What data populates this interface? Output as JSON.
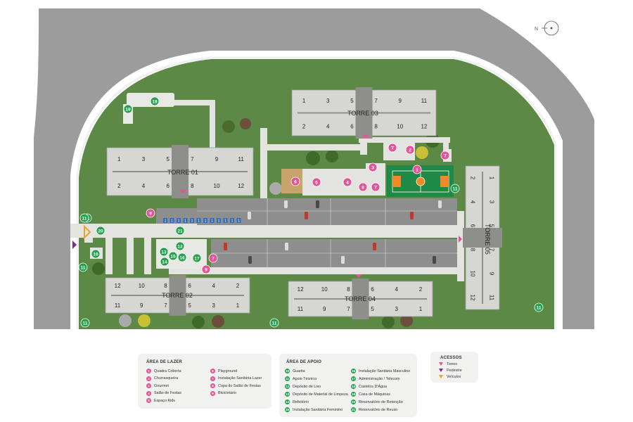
{
  "colors": {
    "grass": "#5c8a46",
    "road": "#9c9c9c",
    "sidewalk": "#e3e3df",
    "parking": "#8e8e8e",
    "building": "#d6d6d2",
    "pink_marker": "#e3559b",
    "green_marker": "#23a24d",
    "court": "#1f8a47",
    "arrow_towers": "#e3559b",
    "arrow_pedestrian": "#7b2c8f",
    "arrow_vehicles": "#f2a02a"
  },
  "compass": {
    "label": "N"
  },
  "towers": [
    {
      "id": "torre-01",
      "name": "TORRE 01",
      "units_top": [
        "1",
        "3",
        "5",
        "7",
        "9",
        "11"
      ],
      "units_bottom": [
        "2",
        "4",
        "6",
        "8",
        "10",
        "12"
      ]
    },
    {
      "id": "torre-02",
      "name": "TORRE 02",
      "units_top": [
        "12",
        "10",
        "8",
        "6",
        "4",
        "2"
      ],
      "units_bottom": [
        "11",
        "9",
        "7",
        "5",
        "3",
        "1"
      ]
    },
    {
      "id": "torre-03",
      "name": "TORRE 03",
      "units_top": [
        "1",
        "3",
        "5",
        "7",
        "9",
        "11"
      ],
      "units_bottom": [
        "2",
        "4",
        "6",
        "8",
        "10",
        "12"
      ]
    },
    {
      "id": "torre-04",
      "name": "TORRE 04",
      "units_top": [
        "12",
        "10",
        "8",
        "6",
        "4",
        "2"
      ],
      "units_bottom": [
        "11",
        "9",
        "7",
        "5",
        "3",
        "1"
      ]
    },
    {
      "id": "torre-05",
      "name": "TORRE 05",
      "units_left": [
        "2",
        "4",
        "6",
        "8",
        "10",
        "12"
      ],
      "units_right": [
        "1",
        "3",
        "5",
        "7",
        "9",
        "11"
      ]
    }
  ],
  "markers": [
    {
      "type": "pink",
      "label": "1"
    },
    {
      "type": "pink",
      "label": "2"
    },
    {
      "type": "pink",
      "label": "3"
    },
    {
      "type": "pink",
      "label": "4"
    },
    {
      "type": "pink",
      "label": "5"
    },
    {
      "type": "pink",
      "label": "6"
    },
    {
      "type": "pink",
      "label": "7"
    },
    {
      "type": "pink",
      "label": "7"
    },
    {
      "type": "pink",
      "label": "7"
    },
    {
      "type": "pink",
      "label": "7"
    },
    {
      "type": "pink",
      "label": "8"
    },
    {
      "type": "pink",
      "label": "9"
    },
    {
      "type": "pink",
      "label": "9"
    },
    {
      "type": "green",
      "label": "10"
    },
    {
      "type": "green",
      "label": "11"
    },
    {
      "type": "green",
      "label": "11"
    },
    {
      "type": "green",
      "label": "11"
    },
    {
      "type": "green",
      "label": "11"
    },
    {
      "type": "green",
      "label": "11"
    },
    {
      "type": "green",
      "label": "11"
    },
    {
      "type": "green",
      "label": "11"
    },
    {
      "type": "green",
      "label": "12"
    },
    {
      "type": "green",
      "label": "13"
    },
    {
      "type": "green",
      "label": "14"
    },
    {
      "type": "green",
      "label": "15"
    },
    {
      "type": "green",
      "label": "16"
    },
    {
      "type": "green",
      "label": "17"
    },
    {
      "type": "green",
      "label": "18"
    },
    {
      "type": "green",
      "label": "19"
    },
    {
      "type": "green",
      "label": "20"
    },
    {
      "type": "green",
      "label": "21"
    }
  ],
  "parking_badges": [
    "1",
    "1",
    "1",
    "1",
    "1",
    "1",
    "1",
    "1",
    "1",
    "1",
    "1",
    "1"
  ],
  "legend": {
    "lazer": {
      "title": "ÁREA DE LAZER",
      "items": [
        {
          "num": "1",
          "label": "Quadra Coberta"
        },
        {
          "num": "2",
          "label": "Churrasqueira"
        },
        {
          "num": "3",
          "label": "Gourmet"
        },
        {
          "num": "4",
          "label": "Salão de Festas"
        },
        {
          "num": "5",
          "label": "Espaço Kids"
        },
        {
          "num": "6",
          "label": "Playground"
        },
        {
          "num": "7",
          "label": "Instalação Sanitária Lazer"
        },
        {
          "num": "8",
          "label": "Copa do Salão de Festas"
        },
        {
          "num": "9",
          "label": "Bicicletário"
        }
      ]
    },
    "apoio": {
      "title": "ÁREA DE APOIO",
      "items": [
        {
          "num": "10",
          "label": "Guarita"
        },
        {
          "num": "11",
          "label": "Apoio Técnico"
        },
        {
          "num": "12",
          "label": "Depósito de Lixo"
        },
        {
          "num": "13",
          "label": "Depósito de Material de Limpeza"
        },
        {
          "num": "14",
          "label": "Refeitório"
        },
        {
          "num": "15",
          "label": "Instalação Sanitária Feminino"
        },
        {
          "num": "16",
          "label": "Instalação Sanitária Masculino"
        },
        {
          "num": "17",
          "label": "Administração / Telecom"
        },
        {
          "num": "18",
          "label": "Castelos D'Água"
        },
        {
          "num": "19",
          "label": "Casa de Máquinas"
        },
        {
          "num": "20",
          "label": "Reservatório de Retenção"
        },
        {
          "num": "21",
          "label": "Reservatório de Reuso"
        }
      ]
    },
    "acessos": {
      "title": "ACESSOS",
      "items": [
        {
          "label": "Torres",
          "color": "#e3559b"
        },
        {
          "label": "Pedestre",
          "color": "#7b2c8f"
        },
        {
          "label": "Veículos",
          "color": "#f2a02a"
        }
      ]
    }
  }
}
